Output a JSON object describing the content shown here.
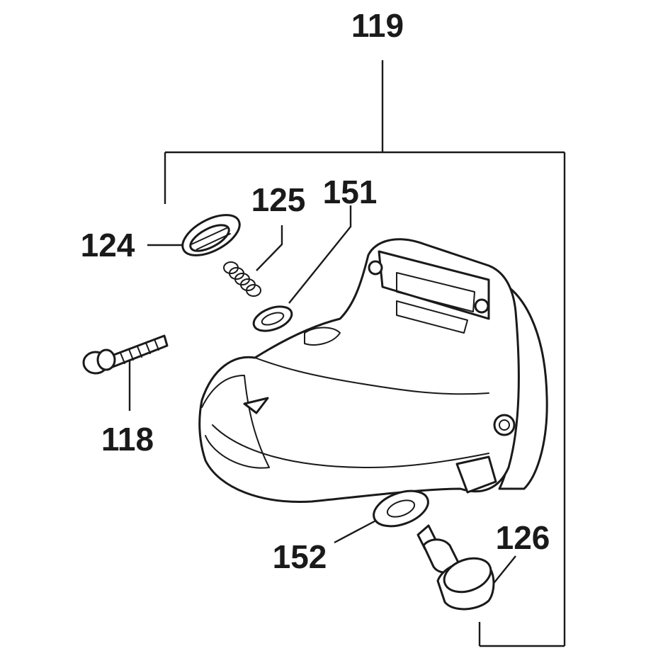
{
  "callouts": {
    "assembly": "119",
    "flange": "124",
    "spring": "125",
    "washer_top": "151",
    "screw": "118",
    "washer_bottom": "152",
    "knob": "126"
  },
  "colors": {
    "ink": "#1a1a1a",
    "background": "#ffffff"
  }
}
